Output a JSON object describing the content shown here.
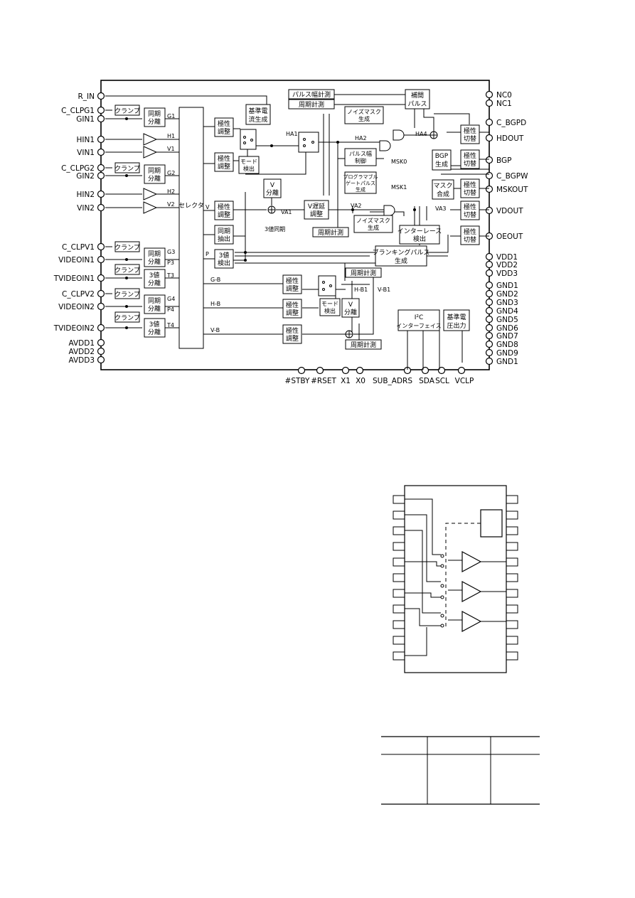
{
  "left_pins": [
    {
      "label": "R_IN"
    },
    {
      "label": "C_CLPG1"
    },
    {
      "label": "GIN1"
    },
    {
      "label": "HIN1"
    },
    {
      "label": "VIN1"
    },
    {
      "label": "C_CLPG2"
    },
    {
      "label": "GIN2"
    },
    {
      "label": "HIN2"
    },
    {
      "label": "VIN2"
    },
    {
      "label": "C_CLPV1"
    },
    {
      "label": "VIDEOIN1"
    },
    {
      "label": "TVIDEOIN1"
    },
    {
      "label": "C_CLPV2"
    },
    {
      "label": "VIDEOIN2"
    },
    {
      "label": "TVIDEOIN2"
    },
    {
      "label": "AVDD1"
    },
    {
      "label": "AVDD2"
    },
    {
      "label": "AVDD3"
    }
  ],
  "right_pins": [
    {
      "label": "NC0"
    },
    {
      "label": "NC1"
    },
    {
      "label": "C_BGPD"
    },
    {
      "label": "HDOUT"
    },
    {
      "label": "BGP"
    },
    {
      "label": "C_BGPW"
    },
    {
      "label": "MSKOUT"
    },
    {
      "label": "VDOUT"
    },
    {
      "label": "OEOUT"
    },
    {
      "label": "VDD1"
    },
    {
      "label": "VDD2"
    },
    {
      "label": "VDD3"
    },
    {
      "label": "GND1"
    },
    {
      "label": "GND2"
    },
    {
      "label": "GND3"
    },
    {
      "label": "GND4"
    },
    {
      "label": "GND5"
    },
    {
      "label": "GND6"
    },
    {
      "label": "GND7"
    },
    {
      "label": "GND8"
    },
    {
      "label": "GND9"
    },
    {
      "label": "GND1"
    }
  ],
  "bottom_pins": [
    {
      "label": "#STBY"
    },
    {
      "label": "#RSET"
    },
    {
      "label": "X1"
    },
    {
      "label": "X0"
    },
    {
      "label": "SUB_ADRS"
    },
    {
      "label": "SDA"
    },
    {
      "label": "SCL"
    },
    {
      "label": "VCLP"
    }
  ],
  "blocks": {
    "clamp": "クランプ",
    "sync_sep_1": "同期",
    "sync_sep_2": "分離",
    "tri_1": "3値",
    "tri_2": "分離",
    "selector": "セレクタ",
    "polarity_1": "極性",
    "polarity_2": "調整",
    "ref_current_1": "基準電",
    "ref_current_2": "流生成",
    "mode_det_1": "モード",
    "mode_det_2": "検出",
    "v_sep_1": "V",
    "v_sep_2": "分離",
    "sync_extract_1": "同期",
    "sync_extract_2": "抽出",
    "tri_det_1": "3値",
    "tri_det_2": "検出",
    "pulse_width": "パルス幅計測",
    "period_meas": "周期計測",
    "interp_1": "補間",
    "interp_2": "パルス",
    "noise_mask_1": "ノイズマスク",
    "noise_mask_2": "生成",
    "pw_ctrl_1": "パルス幅",
    "pw_ctrl_2": "制御",
    "prog_gate_1": "プログラマブル",
    "prog_gate_2": "ゲートパルス",
    "prog_gate_3": "生成",
    "bgp_gen_1": "BGP",
    "bgp_gen_2": "生成",
    "mask_comp_1": "マスク",
    "mask_comp_2": "合成",
    "pol_switch_1": "極性",
    "pol_switch_2": "切替",
    "v_delay_1": "V遅延",
    "v_delay_2": "調整",
    "interlace_1": "インターレース",
    "interlace_2": "検出",
    "blanking_1": "ブランキングパルス",
    "blanking_2": "生成",
    "i2c_1": "I²C",
    "i2c_2": "インターフェイス",
    "ref_volt_1": "基準電",
    "ref_volt_2": "圧出力"
  },
  "signals": {
    "G1": "G1",
    "H1": "H1",
    "V1": "V1",
    "G2": "G2",
    "H2": "H2",
    "V2": "V2",
    "G3": "G3",
    "P3": "P3",
    "T3": "T3",
    "G4": "G4",
    "P4": "P4",
    "T4": "T4",
    "V": "V",
    "P": "P",
    "GB": "G-B",
    "HB": "H-B",
    "VB": "V-B",
    "HA1": "HA1",
    "HA2": "HA2",
    "HA4": "HA4",
    "VA1": "VA1",
    "VA2": "VA2",
    "VA3": "VA3",
    "MSK0": "MSK0",
    "MSK1": "MSK1",
    "HB1": "H-B1",
    "VB1": "V-B1",
    "tri_sync": "3値同期"
  }
}
